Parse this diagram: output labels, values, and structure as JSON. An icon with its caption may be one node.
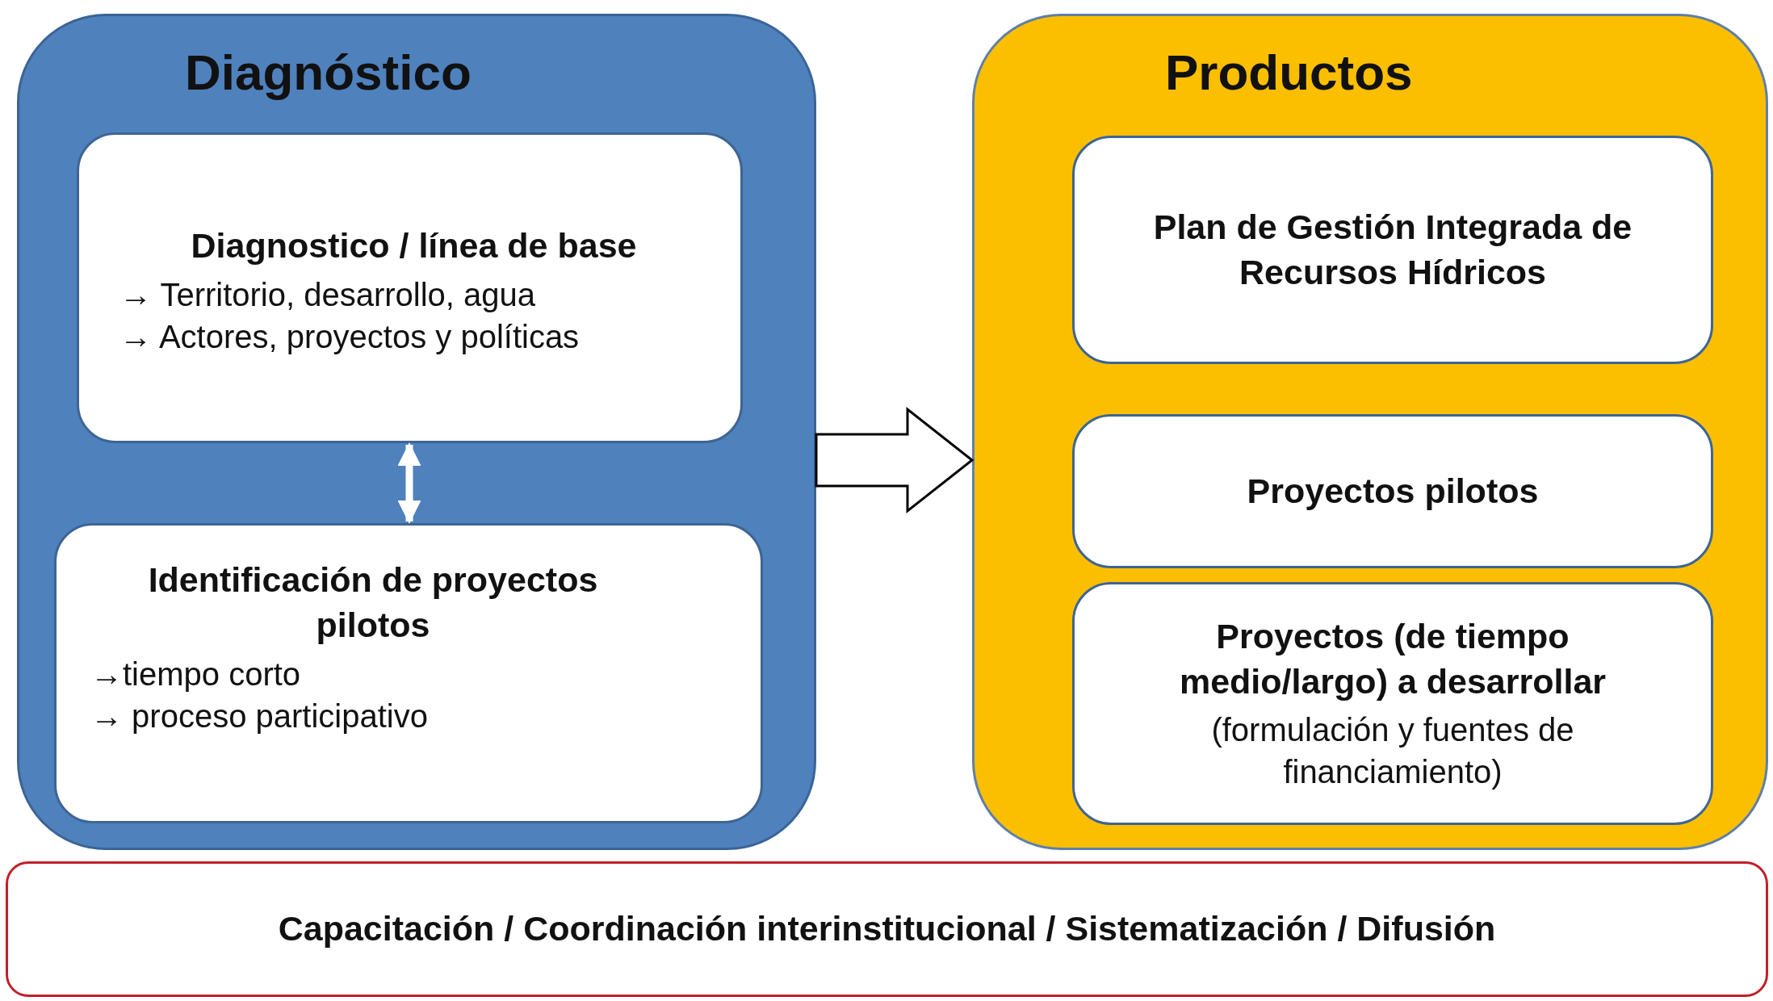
{
  "diagram": {
    "nodes": [
      {
        "text": [
          "Diagnóstico"
        ]
      },
      {
        "text": [
          "Diagnostico / línea de base",
          "→ Territorio, desarrollo, agua",
          "→ Actores, proyectos y políticas"
        ],
        "in": 0
      },
      {
        "text": [
          "Identificación de proyectos pilotos",
          "→tiempo corto",
          "→ proceso participativo"
        ],
        "in": 0
      },
      {
        "text": [
          "Productos"
        ]
      },
      {
        "text": [
          "Plan de Gestión Integrada de Recursos Hídricos"
        ],
        "in": 3
      },
      {
        "text": [
          "Proyectos pilotos"
        ],
        "in": 3
      },
      {
        "text": [
          "Proyectos (de tiempo medio/largo) a desarrollar",
          "(formulación y fuentes de financiamiento)"
        ],
        "in": 3
      },
      {
        "text": [
          "Capacitación / Coordinación interinstitucional / Sistematización / Difusión"
        ]
      }
    ],
    "edges": [
      {
        "from": 1,
        "to": 2,
        "arrow": "both",
        "color": "#ffffff"
      },
      {
        "from": 0,
        "to": 3,
        "arrow": "to",
        "style": "thick",
        "color": "#ffffff"
      }
    ]
  }
}
